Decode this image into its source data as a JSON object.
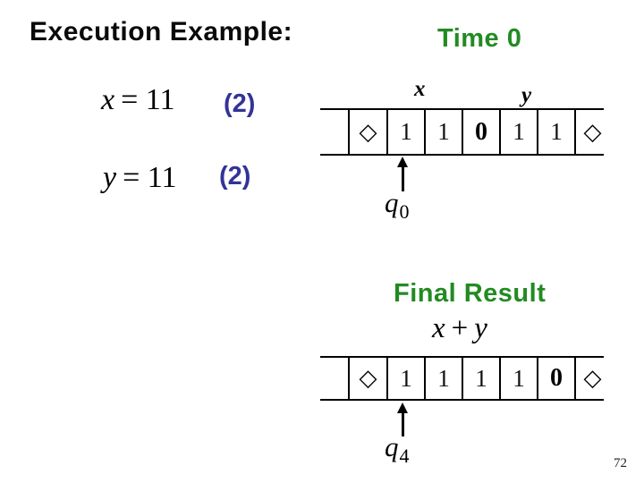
{
  "slide": {
    "title": "Execution Example:",
    "page_number": "72"
  },
  "colors": {
    "heading_green": "#228B22",
    "note_blue": "#333399",
    "ink_black": "#000000"
  },
  "equations": [
    {
      "variable": "x",
      "rest": "= 11",
      "note": "(2)"
    },
    {
      "variable": "y",
      "rest": "= 11",
      "note": "(2)"
    }
  ],
  "time0": {
    "heading": "Time 0",
    "region_labels": {
      "x": "x",
      "y": "y"
    },
    "cells": [
      "◇",
      "1",
      "1",
      "0",
      "1",
      "1",
      "◇"
    ],
    "state": {
      "base": "q",
      "subscript": "0"
    }
  },
  "final": {
    "heading": "Final Result",
    "sum_label": {
      "lhs": "x",
      "op": "+",
      "rhs": "y"
    },
    "cells": [
      "◇",
      "1",
      "1",
      "1",
      "1",
      "0",
      "◇"
    ],
    "state": {
      "base": "q",
      "subscript": "4"
    }
  }
}
